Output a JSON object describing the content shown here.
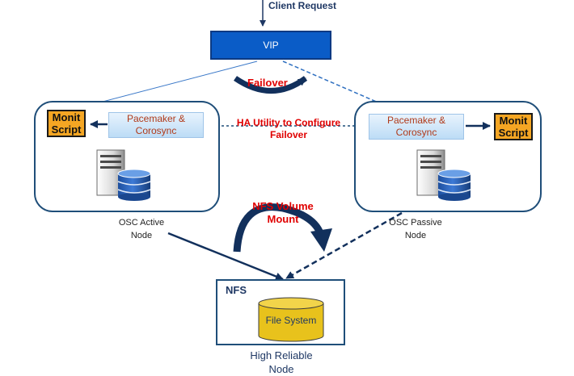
{
  "client_request": "Client Request",
  "vip": {
    "label": "VIP"
  },
  "failover": "Failover",
  "ha_utility": {
    "line1": "HA Utility to Configure",
    "line2": "Failover"
  },
  "active_node": {
    "pacemaker": {
      "line1": "Pacemaker &",
      "line2": "Corosync"
    },
    "monit": {
      "line1": "Monit",
      "line2": "Script"
    },
    "label": {
      "line1": "OSC Active",
      "line2": "Node"
    }
  },
  "passive_node": {
    "pacemaker": {
      "line1": "Pacemaker &",
      "line2": "Corosync"
    },
    "monit": {
      "line1": "Monit",
      "line2": "Script"
    },
    "label": {
      "line1": "OSC Passive",
      "line2": "Node"
    }
  },
  "nfs_volume": {
    "line1": "NFS Volume",
    "line2": "Mount"
  },
  "nfs": {
    "title": "NFS",
    "filesystem": "File System"
  },
  "reliable_node": {
    "line1": "High Reliable",
    "line2": "Node"
  },
  "colors": {
    "vip_fill": "#0a5cc7",
    "node_border": "#1f4e79",
    "monit_fill": "#f5a623",
    "red_text": "#e00000",
    "db_blue": "#2a5fb4",
    "fs_fill": "#e8c21c"
  }
}
